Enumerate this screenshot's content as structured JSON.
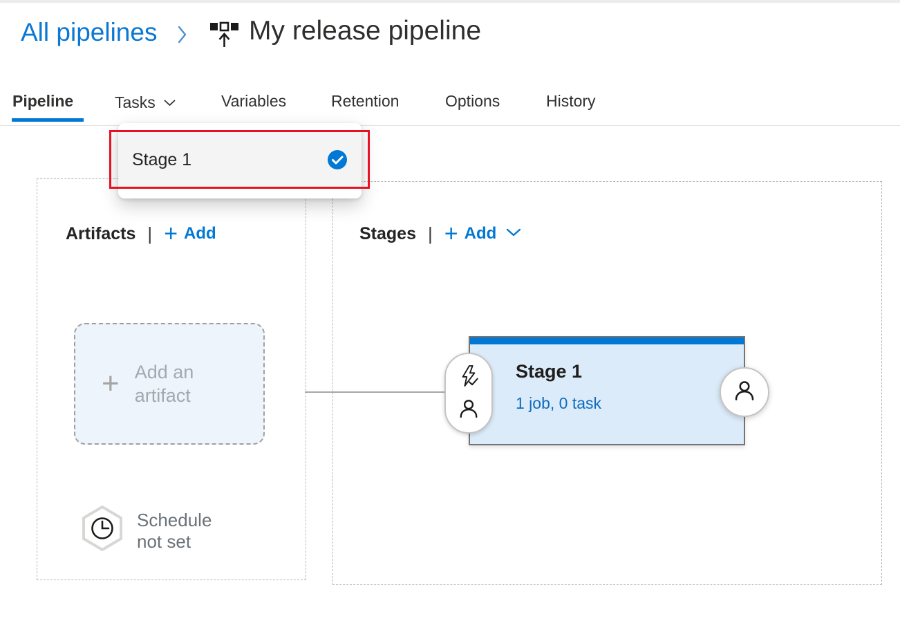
{
  "breadcrumb": {
    "all_pipelines": "All pipelines",
    "title": "My release pipeline"
  },
  "tabs": [
    {
      "label": "Pipeline",
      "active": true
    },
    {
      "label": "Tasks",
      "has_menu": true
    },
    {
      "label": "Variables"
    },
    {
      "label": "Retention"
    },
    {
      "label": "Options"
    },
    {
      "label": "History"
    }
  ],
  "tasks_menu": {
    "items": [
      {
        "label": "Stage 1",
        "selected": true
      }
    ]
  },
  "artifacts_panel": {
    "heading": "Artifacts",
    "add_button": "Add",
    "add_artifact_card": {
      "line1": "Add an",
      "line2": "artifact"
    },
    "schedule": {
      "line1": "Schedule",
      "line2": "not set"
    }
  },
  "stages_panel": {
    "heading": "Stages",
    "add_button": "Add",
    "stage_card": {
      "title": "Stage 1",
      "tasks_summary": "1 job, 0 task"
    }
  },
  "glyphs": {
    "plus": "+",
    "divider": "|"
  },
  "colors": {
    "accent_blue": "#0078d4",
    "link_blue": "#0f6cbd",
    "annotation_red": "#e81123",
    "stage_card_bg": "#dcebf9",
    "text_dark": "#323130",
    "muted_gray": "#a5a9af"
  }
}
